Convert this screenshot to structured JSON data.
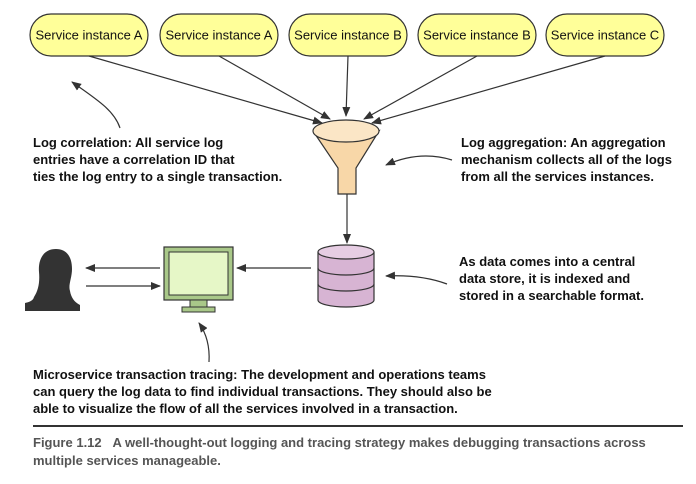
{
  "services": [
    {
      "label": "Service instance A"
    },
    {
      "label": "Service instance A"
    },
    {
      "label": "Service instance B"
    },
    {
      "label": "Service instance B"
    },
    {
      "label": "Service instance C"
    }
  ],
  "callouts": {
    "log_correlation": [
      "Log correlation: All service log",
      "entries have a correlation ID that",
      "ties the log entry to a single transaction."
    ],
    "log_aggregation": [
      "Log aggregation: An aggregation",
      "mechanism collects all of the logs",
      "from all the services instances."
    ],
    "data_store": [
      "As data comes into a central",
      "data store, it is indexed and",
      "stored in a searchable format."
    ],
    "tracing": [
      "Microservice transaction tracing: The development and operations teams",
      "can query the log data to find individual transactions. They should also be",
      "able to visualize the flow of all the services involved in a transaction."
    ]
  },
  "caption": {
    "number": "Figure 1.12",
    "text": "A well-thought-out logging and tracing strategy makes debugging transactions across multiple services manageable."
  },
  "colors": {
    "service_fill": "#ffff99",
    "funnel_fill": "#f8d7a8",
    "database_fill": "#d7b4d3",
    "monitor_screen": "#e6f7c7",
    "monitor_frame": "#a9c889",
    "person": "#333333"
  },
  "icons": {
    "funnel": "funnel-icon",
    "database": "database-icon",
    "monitor": "monitor-icon",
    "person": "person-icon"
  }
}
